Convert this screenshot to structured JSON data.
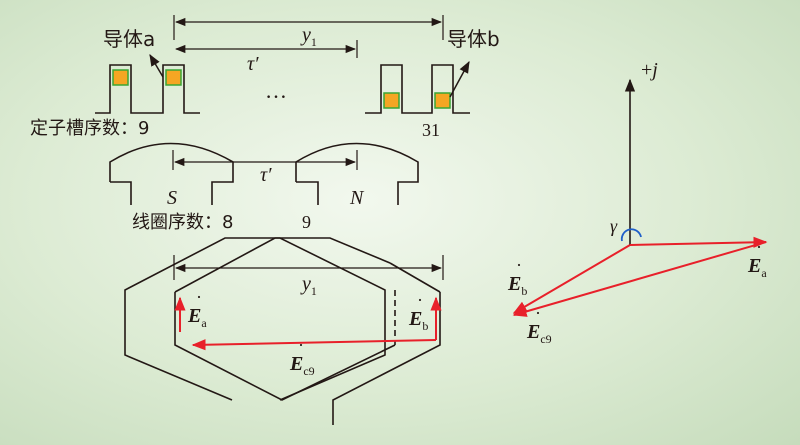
{
  "top": {
    "conductor_a": "导体a",
    "conductor_b": "导体b",
    "y1": "y",
    "y1_sub": "1",
    "tau": "τ′",
    "dots": "…",
    "slot_label": "定子槽序数：9",
    "slot_31": "31"
  },
  "poles": {
    "tau": "τ′",
    "s": "S",
    "n": "N"
  },
  "coils": {
    "label": "线圈序数：8",
    "num9": "9"
  },
  "winding": {
    "y1": "y",
    "y1_sub": "1",
    "ea": "E",
    "ea_sub": "a",
    "eb": "E",
    "eb_sub": "b",
    "ec9": "E",
    "ec9_sub": "c9"
  },
  "phasor": {
    "axis": "+j",
    "gamma": "γ",
    "ea": "E",
    "ea_sub": "a",
    "eb": "E",
    "eb_sub": "b",
    "ec9": "E",
    "ec9_sub": "c9"
  },
  "colors": {
    "arrow": "#e8202a",
    "line": "#231815",
    "conductor_fill": "#f5a623",
    "conductor_edge": "#3aa635",
    "angle_arc": "#1f5fc9"
  }
}
